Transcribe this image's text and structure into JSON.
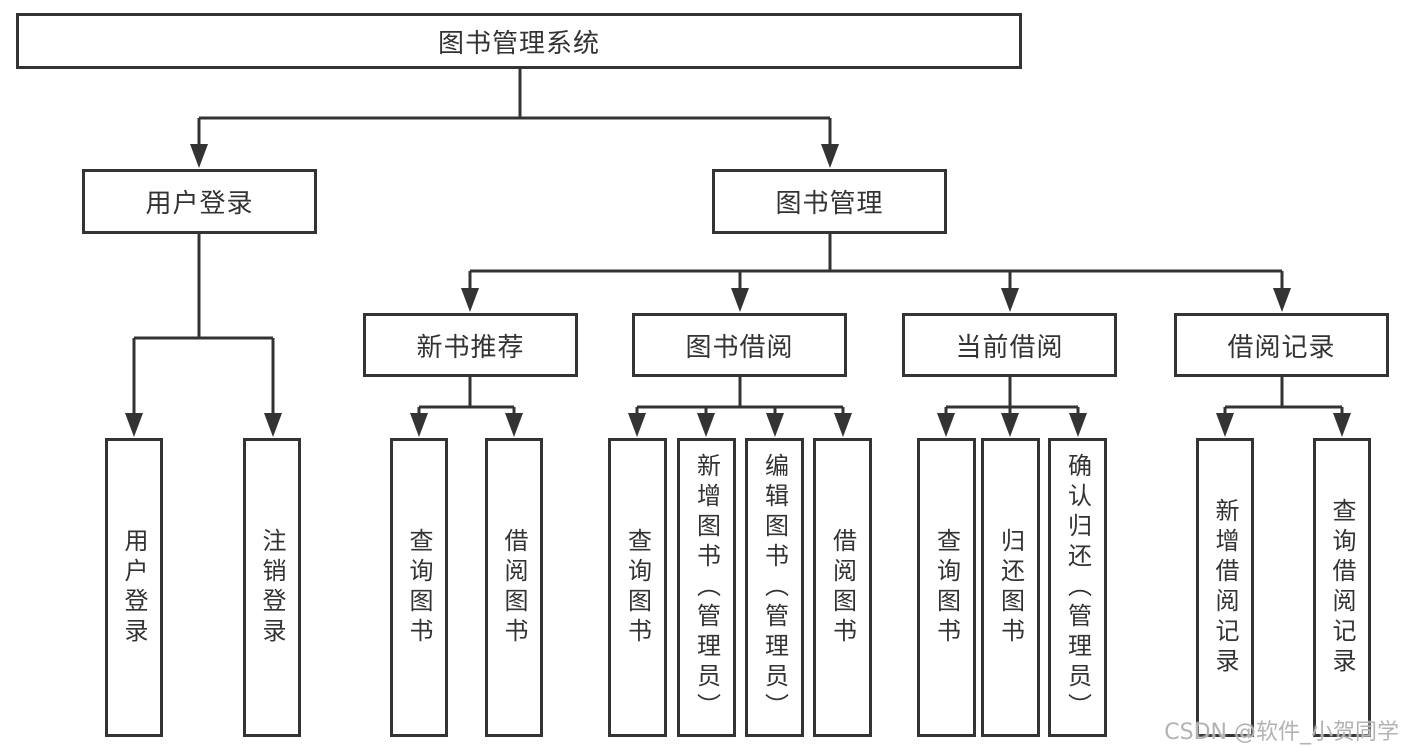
{
  "colors": {
    "background": "#ffffff",
    "line": "#333333",
    "text": "#333333",
    "watermark": "#b3b3b3"
  },
  "diagram_type": "hierarchy-tree",
  "root": {
    "label": "图书管理系统"
  },
  "branches": [
    {
      "label": "用户登录",
      "children": [
        {
          "label": "用户登录"
        },
        {
          "label": "注销登录"
        }
      ]
    },
    {
      "label": "图书管理",
      "children": [
        {
          "label": "新书推荐",
          "children": [
            {
              "label": "查询图书"
            },
            {
              "label": "借阅图书"
            }
          ]
        },
        {
          "label": "图书借阅",
          "children": [
            {
              "label": "查询图书"
            },
            {
              "label": "新增图书（管理员）"
            },
            {
              "label": "编辑图书（管理员）"
            },
            {
              "label": "借阅图书"
            }
          ]
        },
        {
          "label": "当前借阅",
          "children": [
            {
              "label": "查询图书"
            },
            {
              "label": "归还图书"
            },
            {
              "label": "确认归还（管理员）"
            }
          ]
        },
        {
          "label": "借阅记录",
          "children": [
            {
              "label": "新增借阅记录"
            },
            {
              "label": "查询借阅记录"
            }
          ]
        }
      ]
    }
  ],
  "watermark": {
    "text": "CSDN @软件_小贺同学"
  }
}
